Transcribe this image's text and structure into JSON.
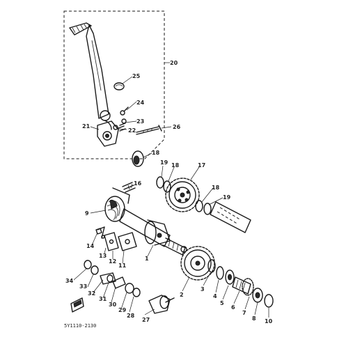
{
  "diagram": {
    "callouts": {
      "c1": "1",
      "c2": "2",
      "c3": "3",
      "c4": "4",
      "c5": "5",
      "c6": "6",
      "c7": "7",
      "c8": "8",
      "c9": "9",
      "c10": "10",
      "c11": "11",
      "c12": "12",
      "c13": "13",
      "c14": "14",
      "c16": "16",
      "c17": "17",
      "c18a": "18",
      "c18b": "18",
      "c18c": "18",
      "c19a": "19",
      "c19b": "19",
      "c20": "20",
      "c21": "21",
      "c22": "22",
      "c23": "23",
      "c24": "24",
      "c25": "25",
      "c26": "26",
      "c27": "27",
      "c28": "28",
      "c29": "29",
      "c30": "30",
      "c31": "31",
      "c32": "32",
      "c33": "33",
      "c34": "34"
    },
    "drawing_code": "5Y1110-2130"
  }
}
